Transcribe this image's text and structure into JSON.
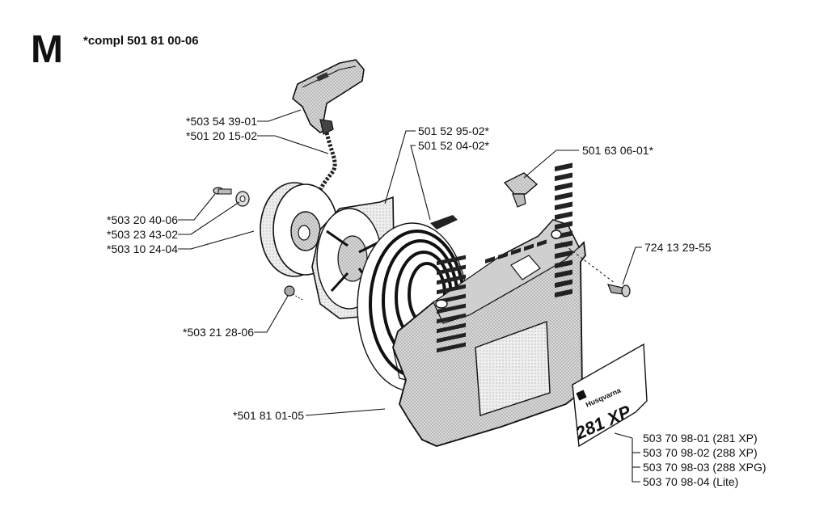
{
  "section_letter": "M",
  "assembly_label": "*compl 501 81 00-06",
  "parts": {
    "handle": "*503 54 39-01",
    "rope": "*501 20 15-02",
    "screw": "*503 20 40-06",
    "washer": "*503 23 43-02",
    "pulley": "*503 10 24-04",
    "spring_cassette": "501 52 95-02*",
    "spring": "501 52 04-02*",
    "rope_guide": "501 63 06-01*",
    "bolt": "724 13 29-55",
    "nut": "*503 21 28-06",
    "starter_cover": "*501 81 01-05",
    "decal_281xp": "503 70 98-01 (281 XP)",
    "decal_288xp": "503 70 98-02 (288 XP)",
    "decal_288xpg": "503 70 98-03 (288 XPG)",
    "decal_lite": "503 70 98-04 (Lite)"
  },
  "decal": {
    "brand": "Husqvarna",
    "model": "281 XP"
  }
}
